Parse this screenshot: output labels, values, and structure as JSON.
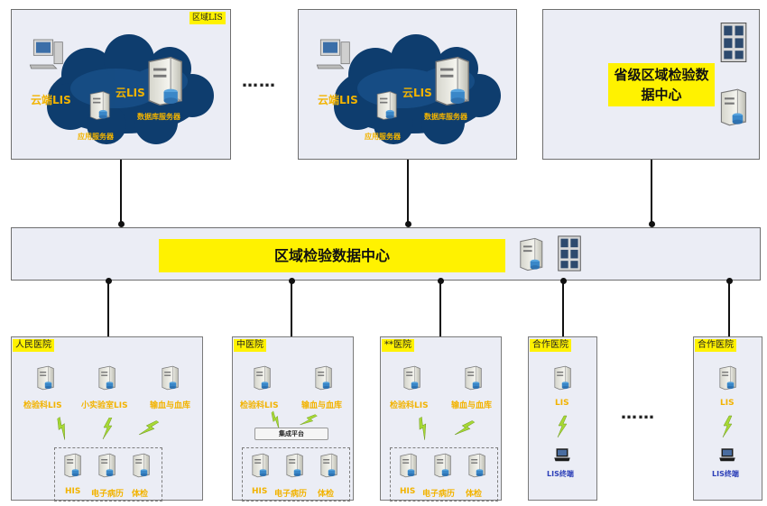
{
  "top_panels": [
    {
      "tag": "区域LIS",
      "cloud_label": "云LIS",
      "client_label": "云端LIS",
      "db_server_label": "数据库服务器",
      "app_server_label": "应用服务器"
    },
    {
      "cloud_label": "云LIS",
      "client_label": "云端LIS",
      "db_server_label": "数据库服务器",
      "app_server_label": "应用服务器"
    }
  ],
  "top_ellipsis": "……",
  "province_center": {
    "label": "省级区域检验数据中心"
  },
  "regional_center": {
    "label": "区域检验数据中心"
  },
  "bottom_ellipsis": "……",
  "hospitals": [
    {
      "tag": "人民医院",
      "top_labels": [
        "检验科LIS",
        "小实验室LIS",
        "输血与血库"
      ],
      "bottom_labels": [
        "HIS",
        "电子病历",
        "体检"
      ]
    },
    {
      "tag": "中医院",
      "top_labels": [
        "检验科LIS",
        "输血与血库"
      ],
      "platform_label": "集成平台",
      "bottom_labels": [
        "HIS",
        "电子病历",
        "体检"
      ]
    },
    {
      "tag": "**医院",
      "top_labels": [
        "检验科LIS",
        "输血与血库"
      ],
      "bottom_labels": [
        "HIS",
        "电子病历",
        "体检"
      ]
    },
    {
      "tag": "合作医院",
      "server_label": "LIS",
      "terminal_label": "LIS终端"
    },
    {
      "tag": "合作医院",
      "server_label": "LIS",
      "terminal_label": "LIS终端"
    }
  ],
  "colors": {
    "panel_bg": "#ebedf5",
    "highlight": "#fff200",
    "label_yellow": "#f2b300",
    "label_blue": "#2c3fb8",
    "cloud": "#0e3d6e",
    "lightning": "#9acd32"
  },
  "icons": [
    "server-icon",
    "computer-icon",
    "cloud-icon",
    "server-rack-icon",
    "laptop-icon",
    "lightning-icon"
  ]
}
